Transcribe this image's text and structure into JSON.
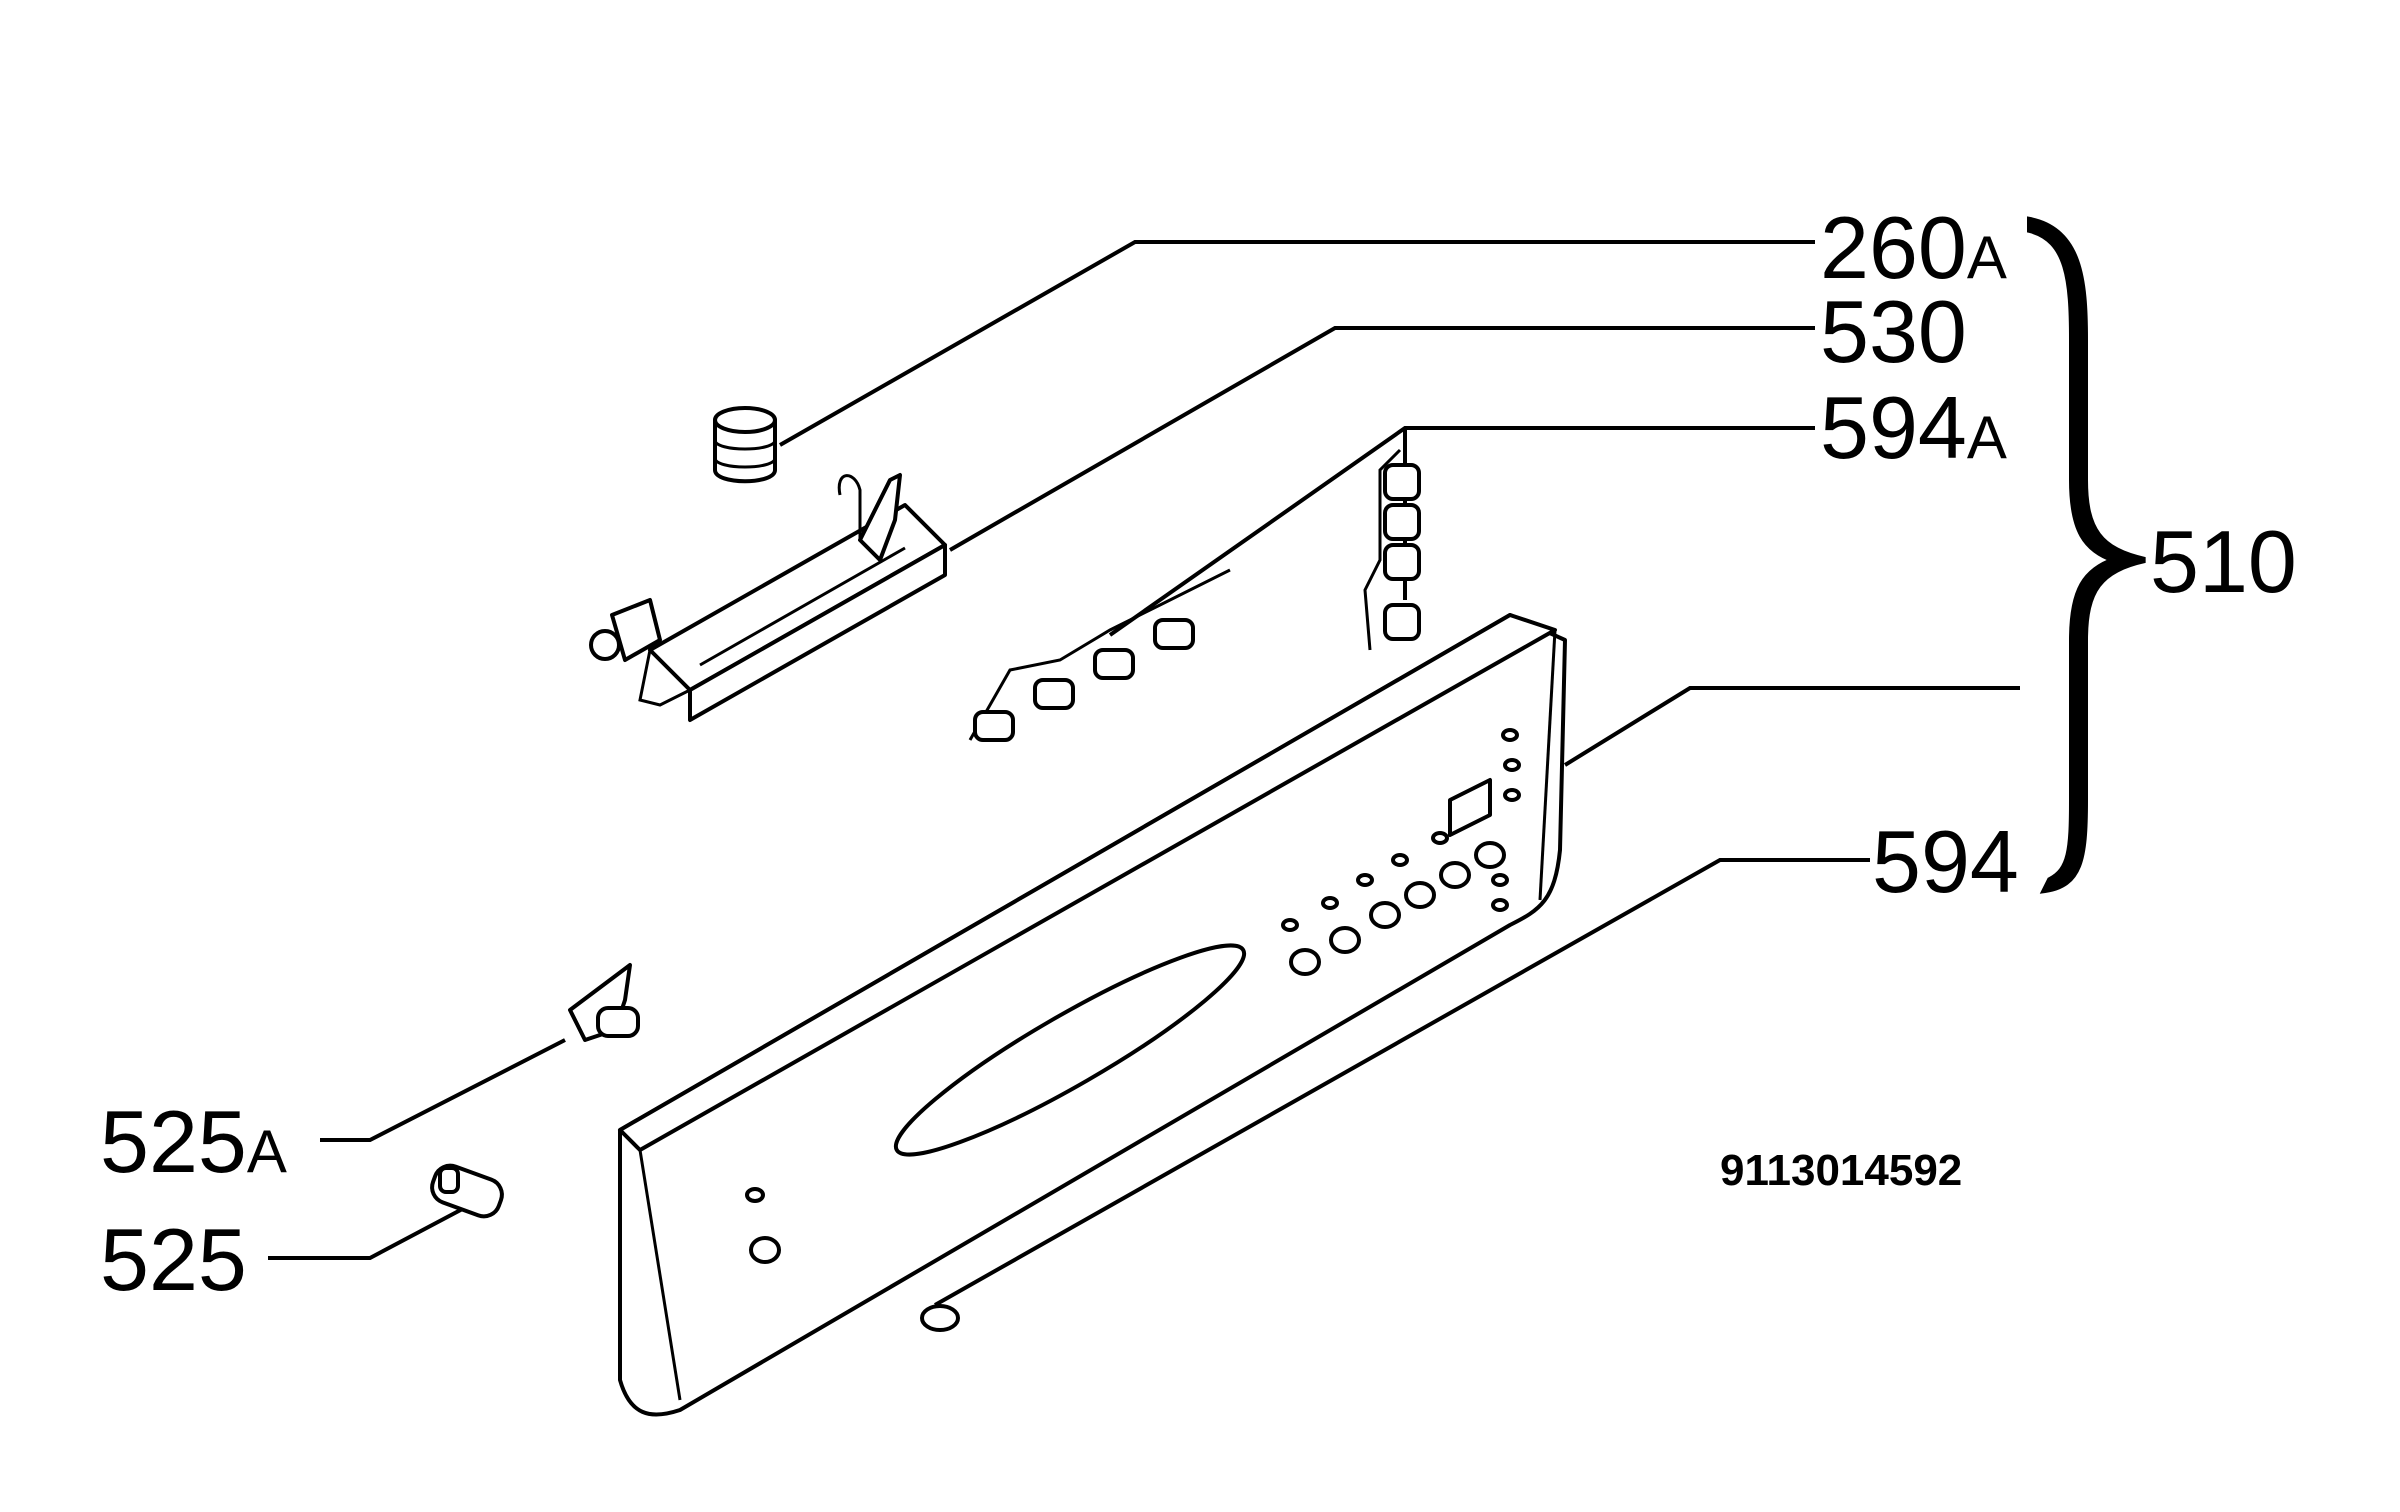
{
  "labels": {
    "p260": {
      "num": "260",
      "suffix": "A"
    },
    "p530": {
      "num": "530"
    },
    "p594a": {
      "num": "594",
      "suffix": "A"
    },
    "p510": {
      "num": "510"
    },
    "p594": {
      "num": "594"
    },
    "p525a": {
      "num": "525",
      "suffix": "A"
    },
    "p525": {
      "num": "525"
    }
  },
  "document_number": "9113014592"
}
